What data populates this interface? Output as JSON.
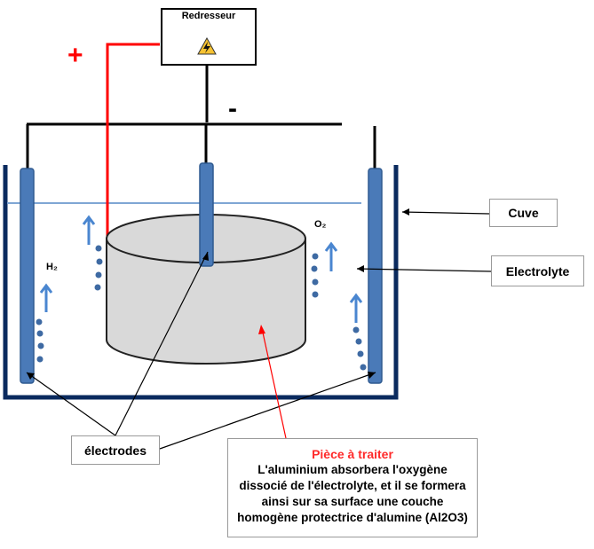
{
  "rectifier": {
    "label": "Redresseur",
    "icon": "warning-lightning-icon"
  },
  "polarity": {
    "plus": "+",
    "minus": "-"
  },
  "gases": {
    "hydrogen": "H₂",
    "oxygen": "O₂"
  },
  "labels": {
    "cuve": "Cuve",
    "electrolyte": "Electrolyte",
    "electrodes": "électrodes"
  },
  "description": {
    "title": "Pièce à traiter",
    "lines": [
      "L'aluminium absorbera l'oxygène",
      "dissocié de l'électrolyte, et il se formera",
      "ainsi sur sa surface une couche",
      "homogène protectrice d'alumine (Al2O3)"
    ]
  },
  "colors": {
    "tank": "#0a2a5e",
    "electrode": "#4a7ab8",
    "electrolyte_line": "#7fa6d4",
    "wire_positive": "#ff0000",
    "wire_negative": "#000000",
    "part_fill": "#d9d9d9",
    "bubble": "#3e6aa3",
    "arrow_up": "#4a86d0"
  }
}
